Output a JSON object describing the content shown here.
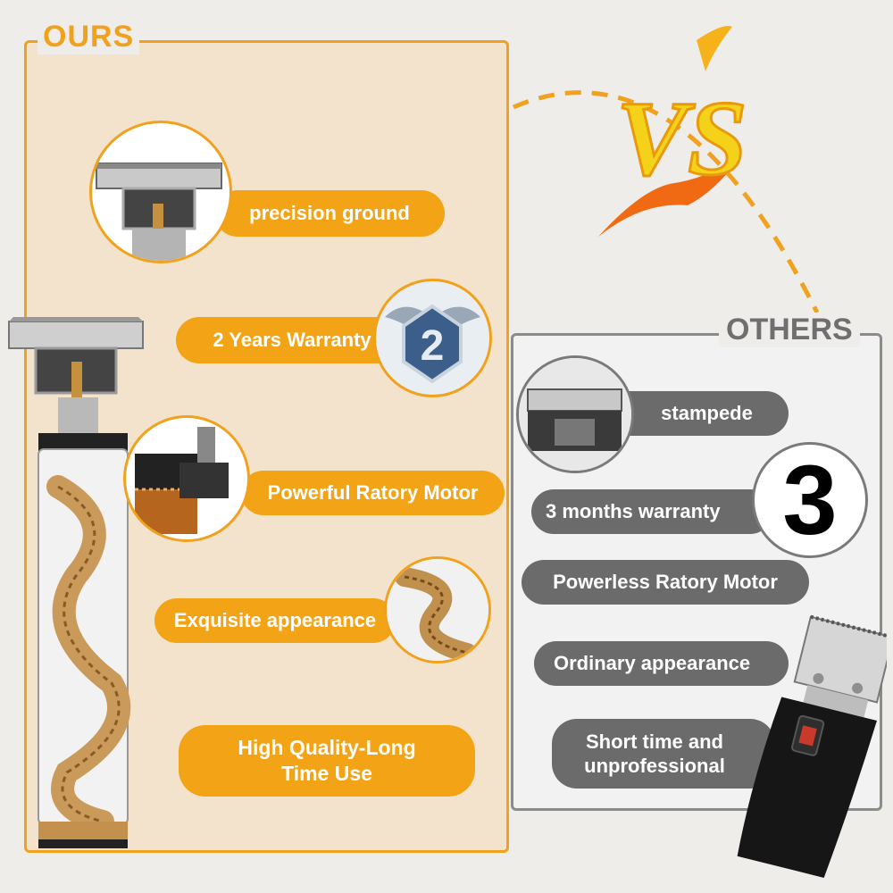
{
  "ours": {
    "title": "OURS",
    "features": [
      "precision ground",
      "2 Years Warranty",
      "Powerful Ratory Motor",
      "Exquisite appearance",
      "High Quality-Long",
      "Time Use"
    ]
  },
  "others": {
    "title": "OTHERS",
    "features": [
      "stampede",
      "3 months warranty",
      "Powerless Ratory Motor",
      "Ordinary appearance",
      "Short time and",
      "unprofessional"
    ],
    "warranty_number": "3"
  },
  "badge_number": "2",
  "vs_text": "VS",
  "colors": {
    "accent_orange": "#f3a316",
    "ours_bg": "#f4e3cc",
    "others_gray": "#6b6b6b"
  },
  "icons": [
    "blade-head-icon",
    "warranty-badge-icon",
    "motor-icon",
    "dragon-detail-icon",
    "cheap-blade-icon",
    "vs-flame-icon"
  ]
}
